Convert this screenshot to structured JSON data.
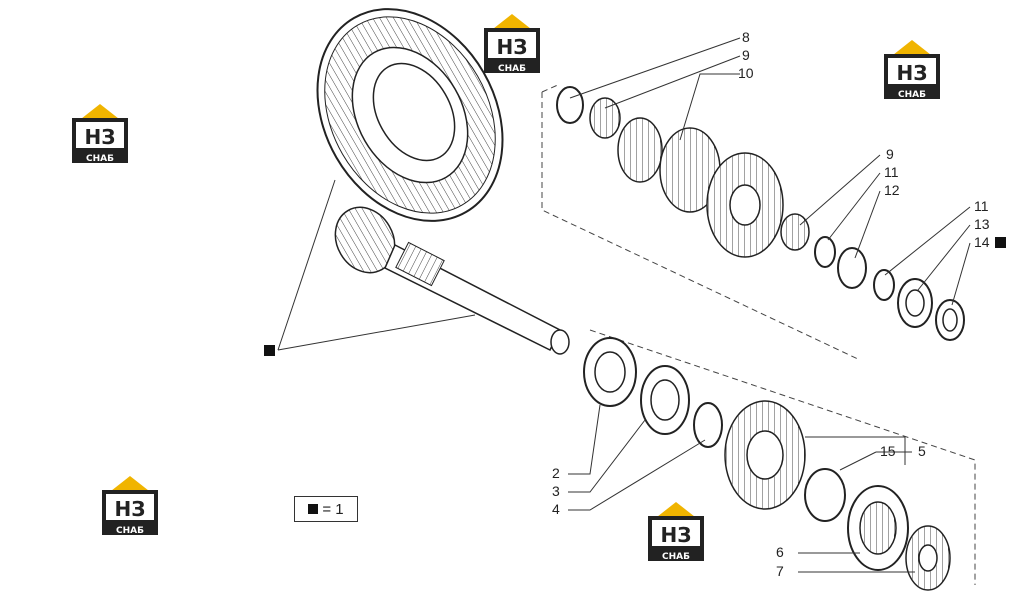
{
  "diagram": {
    "callouts": [
      "8",
      "9",
      "10",
      "9",
      "11",
      "12",
      "11",
      "13",
      "14",
      "2",
      "3",
      "4",
      "15",
      "5",
      "6",
      "7"
    ],
    "legend": {
      "symbol": "black-square",
      "text": "= 1"
    }
  },
  "watermark": {
    "logo_text": "НЗ",
    "logo_subtext": "СНАБ",
    "colors": {
      "roof": "#f0b400",
      "body": "#222222",
      "text": "#ffffff"
    }
  }
}
